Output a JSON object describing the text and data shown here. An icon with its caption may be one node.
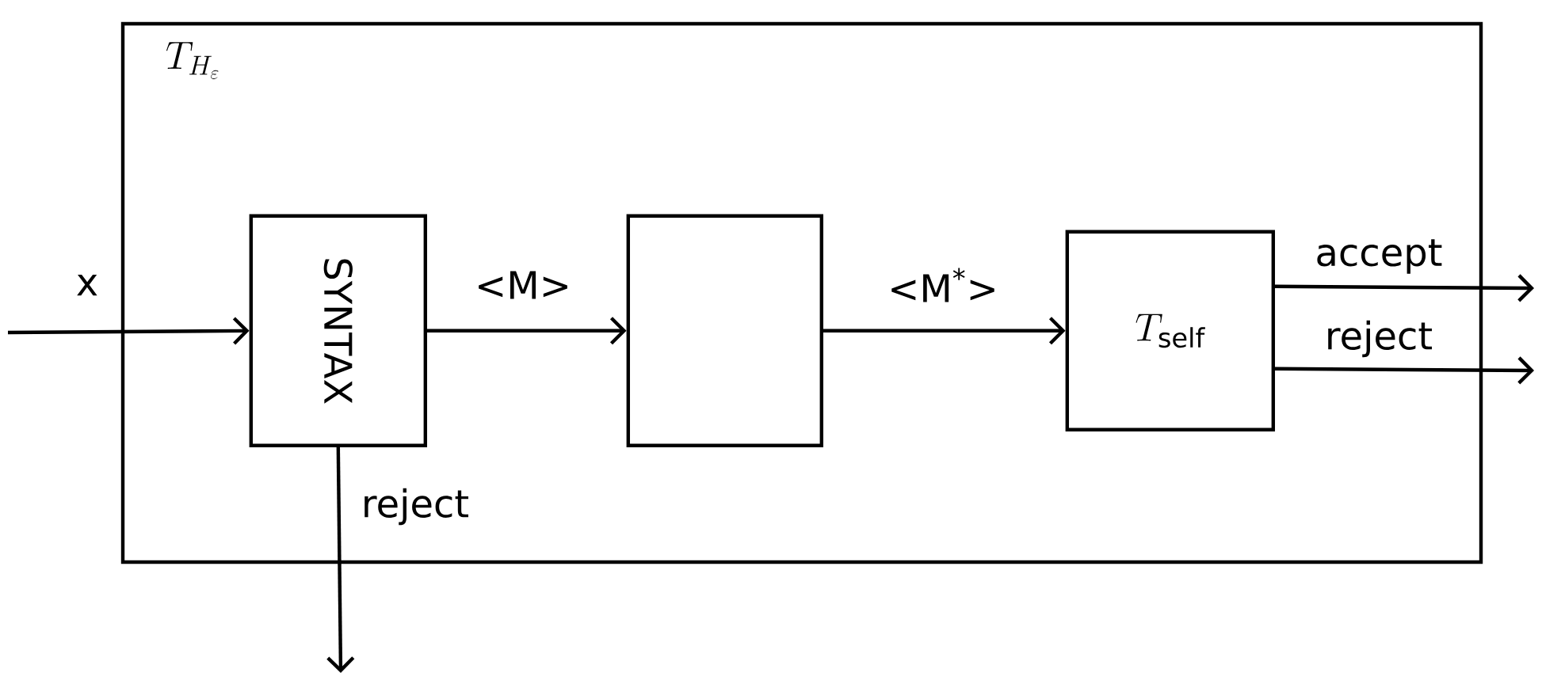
{
  "diagram": {
    "nodes": [
      {
        "text": [
          "T_{H_\\varepsilon}"
        ]
      },
      {
        "text": [
          "SYNTAX"
        ],
        "in": 0
      },
      {
        "text": [],
        "shape": "box",
        "in": 0
      },
      {
        "text": [
          "T_{\\mathrm{self}}"
        ],
        "in": 0
      }
    ],
    "edges": [
      {
        "from": null,
        "to": 1,
        "arrow": "to",
        "label": "x"
      },
      {
        "from": 1,
        "to": 2,
        "arrow": "to",
        "label": "<M>"
      },
      {
        "from": 2,
        "to": 3,
        "arrow": "to",
        "label": "<M$^{*}$>"
      },
      {
        "from": 3,
        "to": null,
        "arrow": "to",
        "label": "accept"
      },
      {
        "from": 3,
        "to": null,
        "arrow": "to",
        "label": "reject"
      },
      {
        "from": 1,
        "to": null,
        "arrow": "to",
        "label": "reject"
      }
    ]
  }
}
